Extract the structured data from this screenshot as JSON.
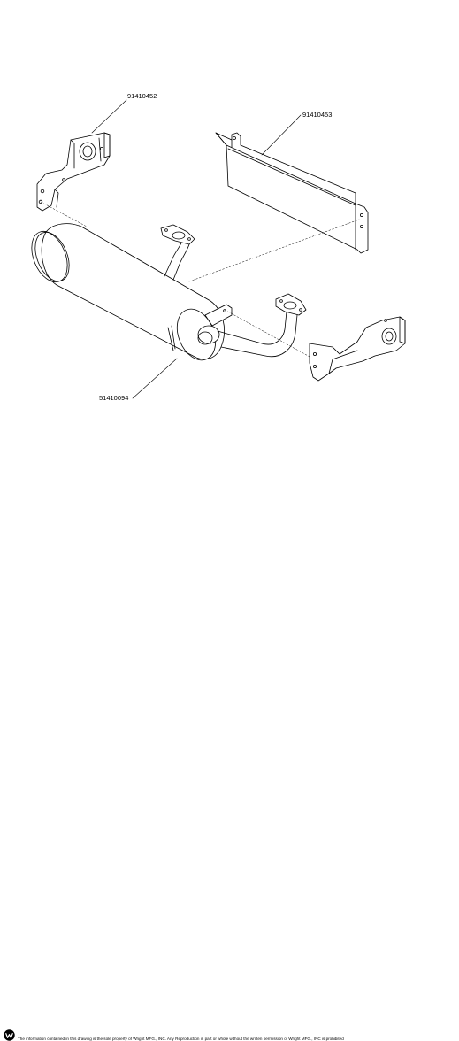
{
  "parts": [
    {
      "id": "bracket-left",
      "number": "91410452"
    },
    {
      "id": "heat-shield",
      "number": "91410453"
    },
    {
      "id": "muffler",
      "number": "51410094"
    }
  ],
  "footer": {
    "disclaimer": "The information contained in this drawing is the sole property of Wright MFG., INC. Any Reproduction in part or whole without the written permission of Wright MFG., INC is prohibited"
  }
}
